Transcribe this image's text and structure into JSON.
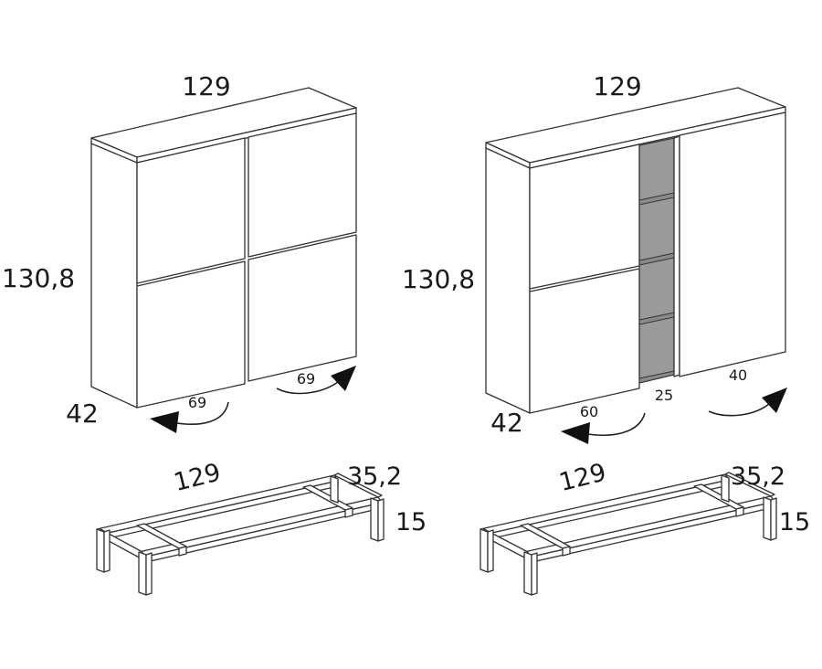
{
  "left_unit": {
    "width_label": "129",
    "height_label": "130,8",
    "depth_label": "42",
    "door_left_label": "69",
    "door_right_label": "69"
  },
  "right_unit": {
    "width_label": "129",
    "height_label": "130,8",
    "depth_label": "42",
    "door_left_label": "60",
    "open_module_label": "25",
    "door_right_label": "40"
  },
  "left_base": {
    "width_label": "129",
    "depth_label": "35,2",
    "height_label": "15"
  },
  "right_base": {
    "width_label": "129",
    "depth_label": "35,2",
    "height_label": "15"
  }
}
